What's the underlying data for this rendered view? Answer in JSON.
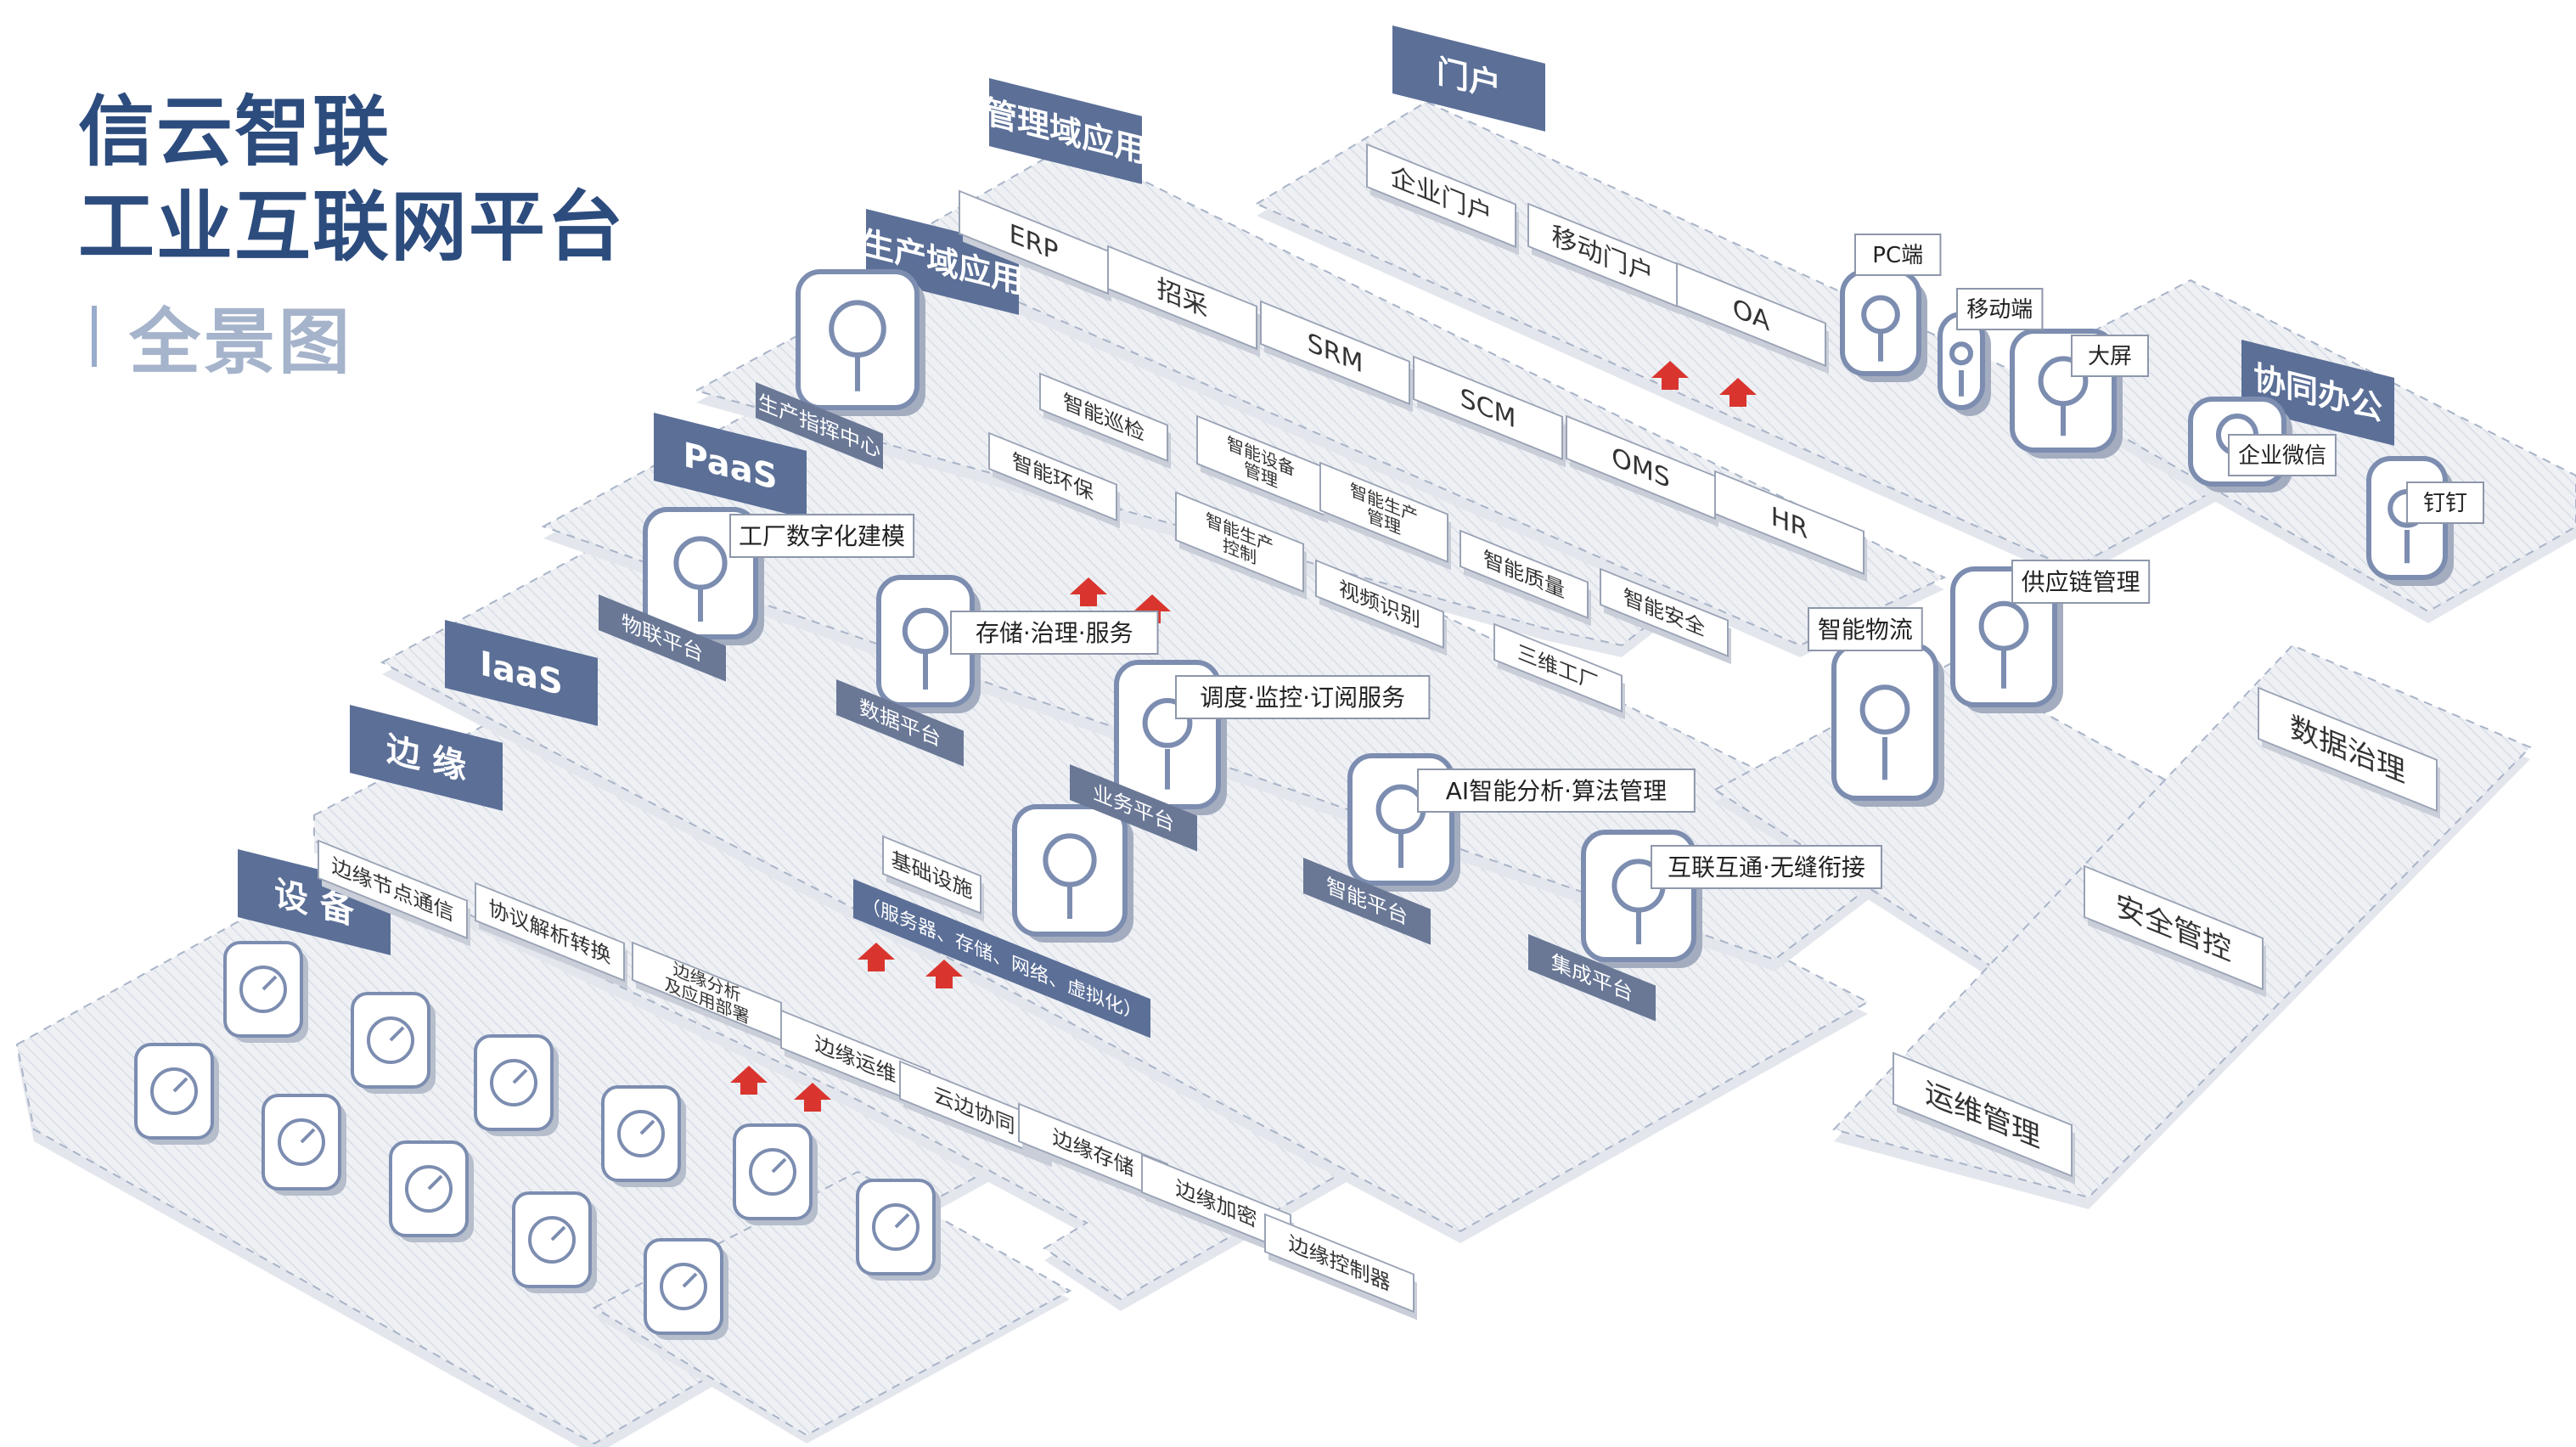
{
  "title": {
    "line1": "信云智联",
    "line2": "工业互联网平台",
    "subtitle": "全景图"
  },
  "colors": {
    "navy": "#2d4c7e",
    "band": "#5b6f97",
    "tile": "#ffffff",
    "platform": "#eef0f4",
    "icon": "#7c8db0"
  },
  "layers": {
    "device": {
      "label": "设 备"
    },
    "edge": {
      "label": "边 缘"
    },
    "iaas": {
      "label": "IaaS"
    },
    "paas": {
      "label": "PaaS"
    },
    "prod": {
      "label": "生产域应用"
    },
    "mgmt": {
      "label": "管理域应用"
    },
    "portal": {
      "label": "门户"
    },
    "collab": {
      "label": "协同办公"
    }
  },
  "edge": {
    "items": [
      "边缘节点通信",
      "协议解析转换",
      "边缘分析\n及应用部署",
      "边缘运维",
      "云边协同",
      "边缘存储",
      "边缘加密",
      "边缘控制器"
    ]
  },
  "iaas": {
    "infra_label": "基础设施",
    "infra_sub": "（服务器、存储、网络、虚拟化）"
  },
  "paas": {
    "platforms": [
      "物联平台",
      "数据平台",
      "业务平台",
      "智能平台",
      "集成平台"
    ],
    "callouts": [
      "工厂数字化建模",
      "存储·治理·服务",
      "调度·监控·订阅服务",
      "AI智能分析·算法管理",
      "互联互通·无缝衔接"
    ]
  },
  "prod": {
    "center": "生产指挥中心",
    "items": [
      "智能巡检",
      "智能环保",
      "智能设备\n管理",
      "智能生产\n控制",
      "智能生产\n管理",
      "视频识别",
      "智能质量",
      "智能安全",
      "三维工厂"
    ]
  },
  "mgmt": {
    "items": [
      "ERP",
      "招采",
      "SRM",
      "SCM",
      "OMS",
      "HR"
    ],
    "callouts": [
      "智能物流",
      "供应链管理"
    ]
  },
  "portal": {
    "items": [
      "企业门户",
      "移动门户",
      "OA"
    ],
    "callouts": [
      "PC端",
      "移动端",
      "大屏"
    ]
  },
  "collab": {
    "callouts": [
      "企业微信",
      "钉钉"
    ]
  },
  "governance": {
    "items": [
      "数据治理",
      "安全管控",
      "运维管理"
    ]
  }
}
